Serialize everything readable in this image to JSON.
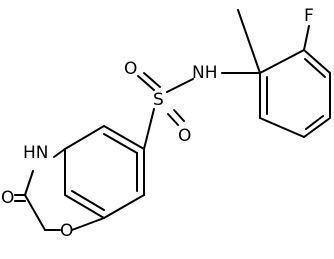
{
  "structure": {
    "colors": {
      "bond": "#000000",
      "label": "#000000",
      "background": "#ffffff"
    },
    "atoms": {
      "f": "F",
      "nh_amide": "NH",
      "s": "S",
      "o_sulfonyl_top": "O",
      "o_sulfonyl_bottom": "O",
      "hn_lactam": "HN",
      "o_carbonyl": "O",
      "o_ring": "O"
    }
  }
}
